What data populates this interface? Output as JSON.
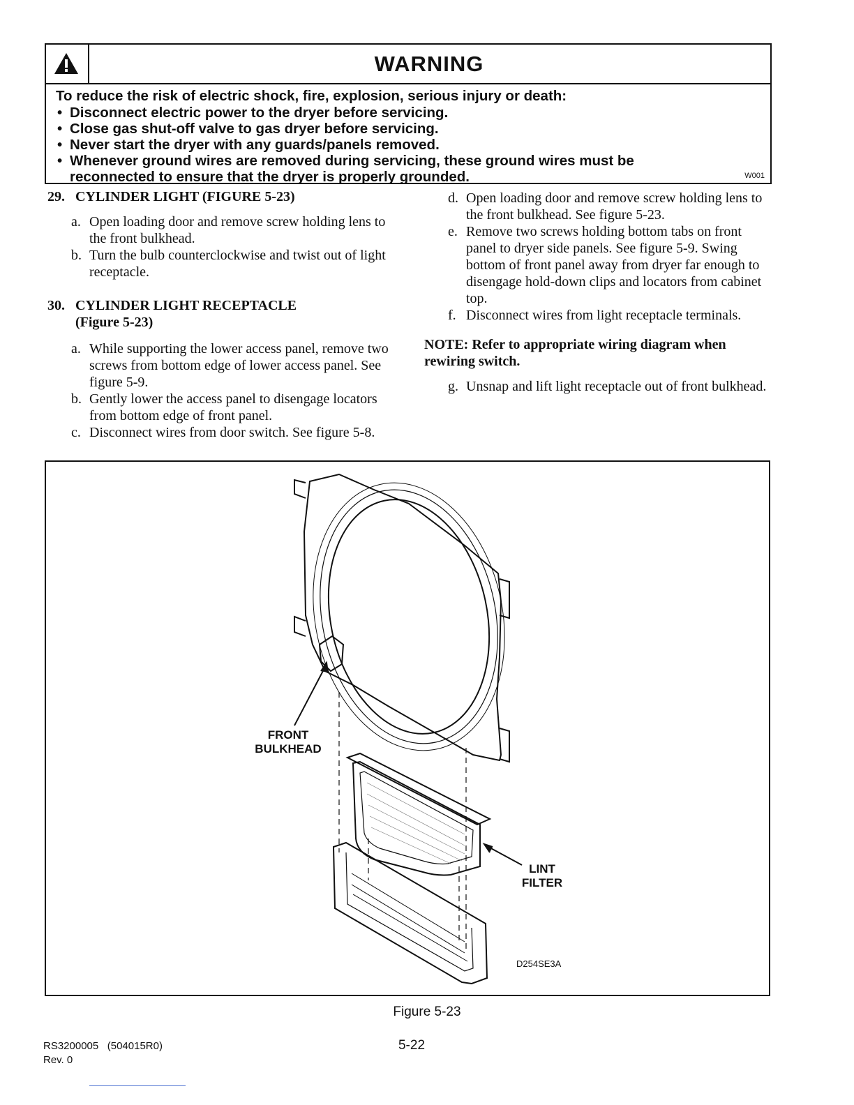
{
  "warning": {
    "title": "WARNING",
    "intro": "To reduce the risk of electric shock, fire, explosion, serious injury or death:",
    "items": [
      "Disconnect electric power to the dryer before servicing.",
      "Close gas shut-off valve to gas dryer before servicing.",
      "Never start the dryer with any guards/panels removed.",
      "Whenever ground wires are removed during servicing, these ground wires must be\nreconnected to ensure that the dryer is properly grounded."
    ],
    "code": "W001"
  },
  "section29": {
    "number": "29.",
    "title": "CYLINDER LIGHT (FIGURE 5-23)",
    "steps": [
      {
        "letter": "a.",
        "text": "Open loading door and remove screw holding lens to the front bulkhead."
      },
      {
        "letter": "b.",
        "text": "Turn the bulb counterclockwise and twist out of light receptacle."
      }
    ]
  },
  "section30": {
    "number": "30.",
    "title": "CYLINDER LIGHT RECEPTACLE",
    "subtitle": "(Figure 5-23)",
    "steps": [
      {
        "letter": "a.",
        "text": "While supporting the lower access panel, remove two screws from bottom edge of lower access panel. See figure 5-9."
      },
      {
        "letter": "b.",
        "text": "Gently lower the access panel to disengage locators from bottom edge of front panel."
      },
      {
        "letter": "c.",
        "text": "Disconnect wires from door switch. See figure 5-8."
      },
      {
        "letter": "d.",
        "text": "Open loading door and remove screw holding lens to the front bulkhead. See figure 5-23."
      },
      {
        "letter": "e.",
        "text": "Remove two screws holding bottom tabs on front panel to dryer side panels. See figure 5-9. Swing bottom of front panel away from dryer far enough to disengage hold-down clips and locators from cabinet top."
      },
      {
        "letter": "f.",
        "text": "Disconnect wires from light receptacle terminals."
      }
    ],
    "note": "NOTE: Refer to appropriate wiring diagram when rewiring switch.",
    "final_step": {
      "letter": "g.",
      "text": "Unsnap and lift light receptacle out of front bulkhead."
    }
  },
  "figure": {
    "label_bulkhead": "FRONT BULKHEAD",
    "label_lint": "LINT FILTER",
    "drawing_code": "D254SE3A",
    "caption": "Figure 5-23"
  },
  "footer": {
    "doc_number": "RS3200005   (504015R0)",
    "revision": "Rev. 0",
    "page": "5-22"
  }
}
